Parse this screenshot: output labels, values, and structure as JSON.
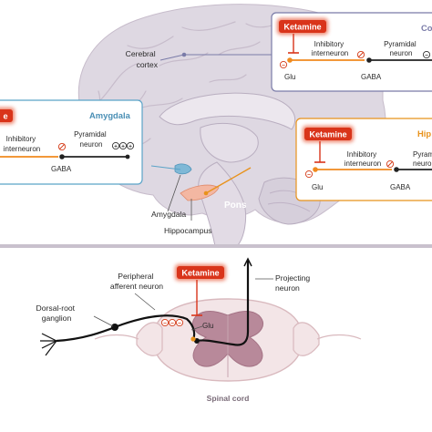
{
  "colors": {
    "ketamine": "#d9341a",
    "glu": "#f08a1e",
    "hippocampus_accent": "#e8921b",
    "amygdala_accent": "#5aa3c8",
    "cortex_accent": "#7a7ba8",
    "brain": "#ded8e2",
    "spinal": "#f3e5e7"
  },
  "brain": {
    "cerebral_cortex": "Cerebral\ncortex",
    "amygdala": "Amygdala",
    "hippocampus": "Hippocampus",
    "pons": "Pons"
  },
  "cortex_box": {
    "title": "Co",
    "ketamine": "Ketamine",
    "inhibitory": "Inhibitory\ninterneuron",
    "pyramidal": "Pyramidal\nneuron",
    "glu": "Glu",
    "gaba": "GABA"
  },
  "amygdala_box": {
    "title": "Amygdala",
    "ketamine": "e",
    "inhibitory": "Inhibitory\ninterneuron",
    "pyramidal": "Pyramidal\nneuron",
    "gaba": "GABA"
  },
  "hippocampus_box": {
    "title": "Hip",
    "ketamine": "Ketamine",
    "inhibitory": "Inhibitory\ninterneuron",
    "pyramidal": "Pyram\nneuro",
    "glu": "Glu",
    "gaba": "GABA"
  },
  "spinal": {
    "ketamine": "Ketamine",
    "peripheral": "Peripheral\nafferent neuron",
    "projecting": "Projecting\nneuron",
    "dorsal_root": "Dorsal-root\nganglion",
    "glu": "Glu",
    "spinal_cord": "Spinal cord"
  }
}
